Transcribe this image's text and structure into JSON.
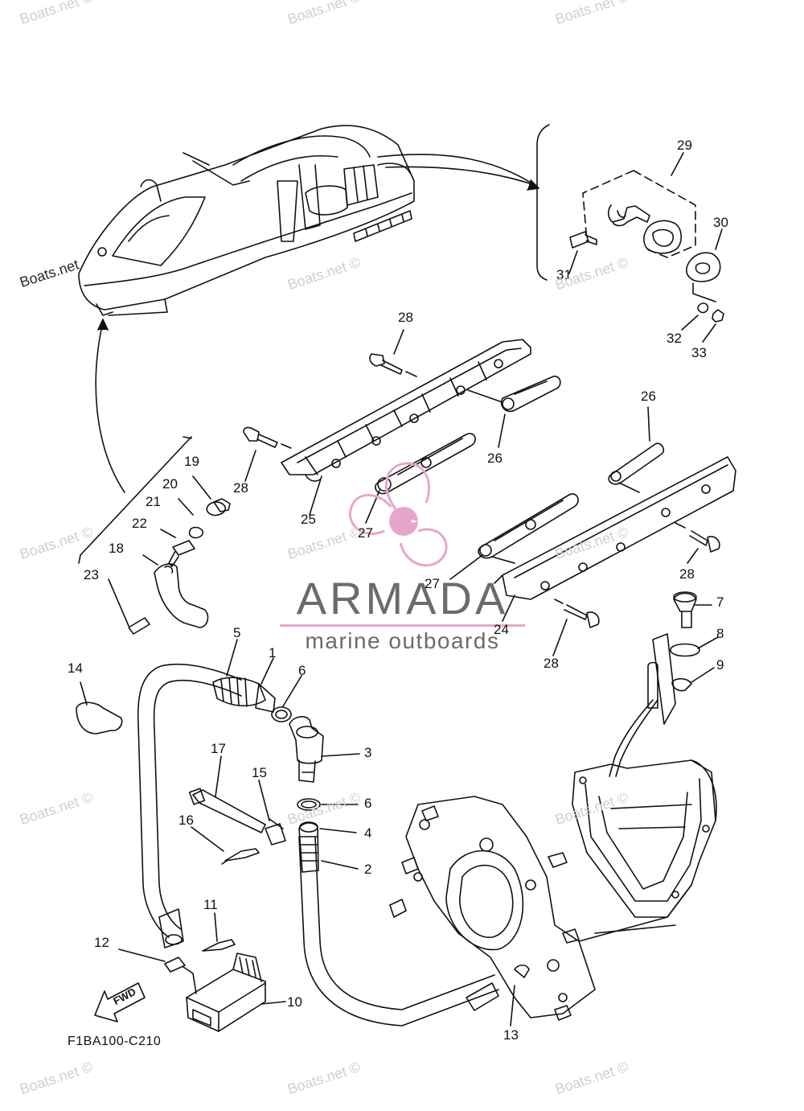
{
  "diagram": {
    "code": "F1BA100-C210",
    "fwd_label": "FWD",
    "callouts": [
      "1",
      "2",
      "3",
      "4",
      "5",
      "6",
      "6",
      "7",
      "8",
      "9",
      "10",
      "11",
      "12",
      "13",
      "14",
      "15",
      "16",
      "17",
      "18",
      "19",
      "20",
      "21",
      "22",
      "23",
      "24",
      "25",
      "26",
      "26",
      "27",
      "27",
      "28",
      "28",
      "28",
      "28",
      "29",
      "30",
      "31",
      "32",
      "33"
    ]
  },
  "brand": {
    "name": "ARMADA",
    "tagline": "marine outboards",
    "accent_color": "#e6a6cc",
    "text_color": "#6b6b6b"
  },
  "watermark": {
    "text": "Boats.net ©",
    "dark_text": "Boats.net"
  },
  "colors": {
    "line": "#111111",
    "watermark": "#cfcfcf"
  }
}
